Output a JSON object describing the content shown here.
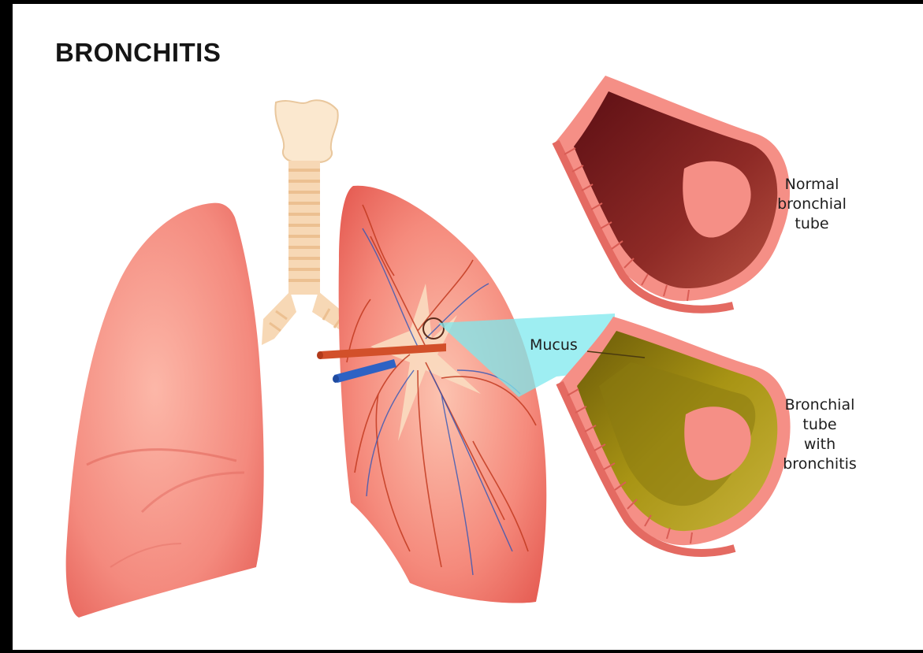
{
  "title": "BRONCHITIS",
  "labels": {
    "mucus": "Mucus",
    "normal_tube": "Normal bronchial tube",
    "bronchitis_tube": "Bronchial tube with bronchitis"
  },
  "colors": {
    "lung": "#f2867a",
    "lung_light": "#fbb3a3",
    "trachea": "#f9dcbf",
    "tube_wall": "#f07f78",
    "tube_lumen": "#7a1a1c",
    "mucus": "#9c8a10",
    "zoom_cone": "#7de8ee",
    "artery": "#d2502a",
    "vein": "#2e62c4"
  },
  "icons": {
    "lungs": "lungs-illustration",
    "normal_tube": "bronchial-tube-normal",
    "inflamed_tube": "bronchial-tube-with-mucus"
  }
}
